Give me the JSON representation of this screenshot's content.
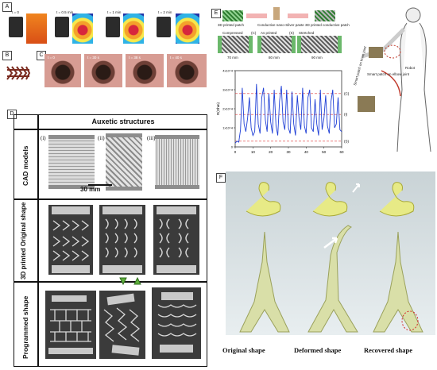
{
  "panel_letters": [
    "A",
    "B",
    "C",
    "D",
    "E",
    "F"
  ],
  "panel_a": {
    "time_labels": [
      "t = 0",
      "t = 0.5 min",
      "t = 1 min",
      "t = 2 min"
    ]
  },
  "panel_c": {
    "time_labels": [
      "t = 0",
      "t = 30 s",
      "t = 38 s",
      "t = 40 s"
    ]
  },
  "panel_d": {
    "header": "Auxetic structures",
    "rows": [
      "CAD models",
      "3D printed Original shape",
      "Programmed shape"
    ],
    "subpanels": [
      "(i)",
      "(ii)",
      "(iii)"
    ],
    "scale_bar": "30 mm"
  },
  "panel_e": {
    "top_labels": [
      "3D printed patch",
      "Conductive nano-Silver paste",
      "3D printed conductive patch"
    ],
    "states": [
      "Compressed",
      "As printed",
      "Stretched"
    ],
    "state_markers": [
      "(C)",
      "(S)"
    ],
    "dims": [
      "70 mm",
      "80 mm",
      "90 mm"
    ],
    "callouts": [
      "Robot",
      "Smart patch on elbow joint",
      "Smart patch on knee joint"
    ],
    "chart_data": {
      "type": "line",
      "title": "",
      "xlabel": "",
      "ylabel": "R(Ohm)",
      "x_ticks": [
        "0",
        "10",
        "20",
        "30",
        "40",
        "50",
        "60"
      ],
      "y_ticks": [
        "0",
        "1x10^4",
        "2x10^4",
        "3x10^4",
        "4x10^4"
      ],
      "xlim": [
        0,
        60
      ],
      "ylim": [
        0,
        40000
      ],
      "grid": false,
      "right_markers": [
        "(C)",
        "(I)",
        "(S)"
      ],
      "series": [
        {
          "color": "#1f3fd6",
          "x": [
            0,
            1,
            2,
            3,
            4,
            5,
            6,
            7,
            8,
            9,
            10,
            11,
            12,
            13,
            14,
            15,
            16,
            17,
            18,
            19,
            20,
            21,
            22,
            23,
            24,
            25,
            26,
            27,
            28,
            29,
            30,
            31,
            32,
            33,
            34,
            35,
            36,
            37,
            38,
            39,
            40,
            41,
            42,
            43,
            44,
            45,
            46,
            47,
            48,
            49,
            50,
            51,
            52,
            53,
            54,
            55,
            56,
            57,
            58,
            59,
            60
          ],
          "y": [
            2000,
            3000,
            2500,
            9000,
            31000,
            12000,
            8000,
            15000,
            26000,
            10000,
            6000,
            8000,
            33000,
            12000,
            7000,
            26000,
            31000,
            14000,
            8000,
            28000,
            13000,
            7000,
            30000,
            11000,
            6000,
            24000,
            32000,
            13000,
            9000,
            30000,
            10000,
            7000,
            29000,
            12000,
            6000,
            27000,
            15000,
            9000,
            31000,
            11000,
            7000,
            26000,
            30000,
            10000,
            8000,
            25000,
            12000,
            6000,
            30000,
            9000,
            15000,
            27000,
            11000,
            7000,
            24000,
            30000,
            10000,
            12000,
            26000,
            9000,
            8000
          ]
        }
      ]
    }
  },
  "panel_f": {
    "captions": [
      "Original shape",
      "Deformed shape",
      "Recovered shape"
    ]
  }
}
